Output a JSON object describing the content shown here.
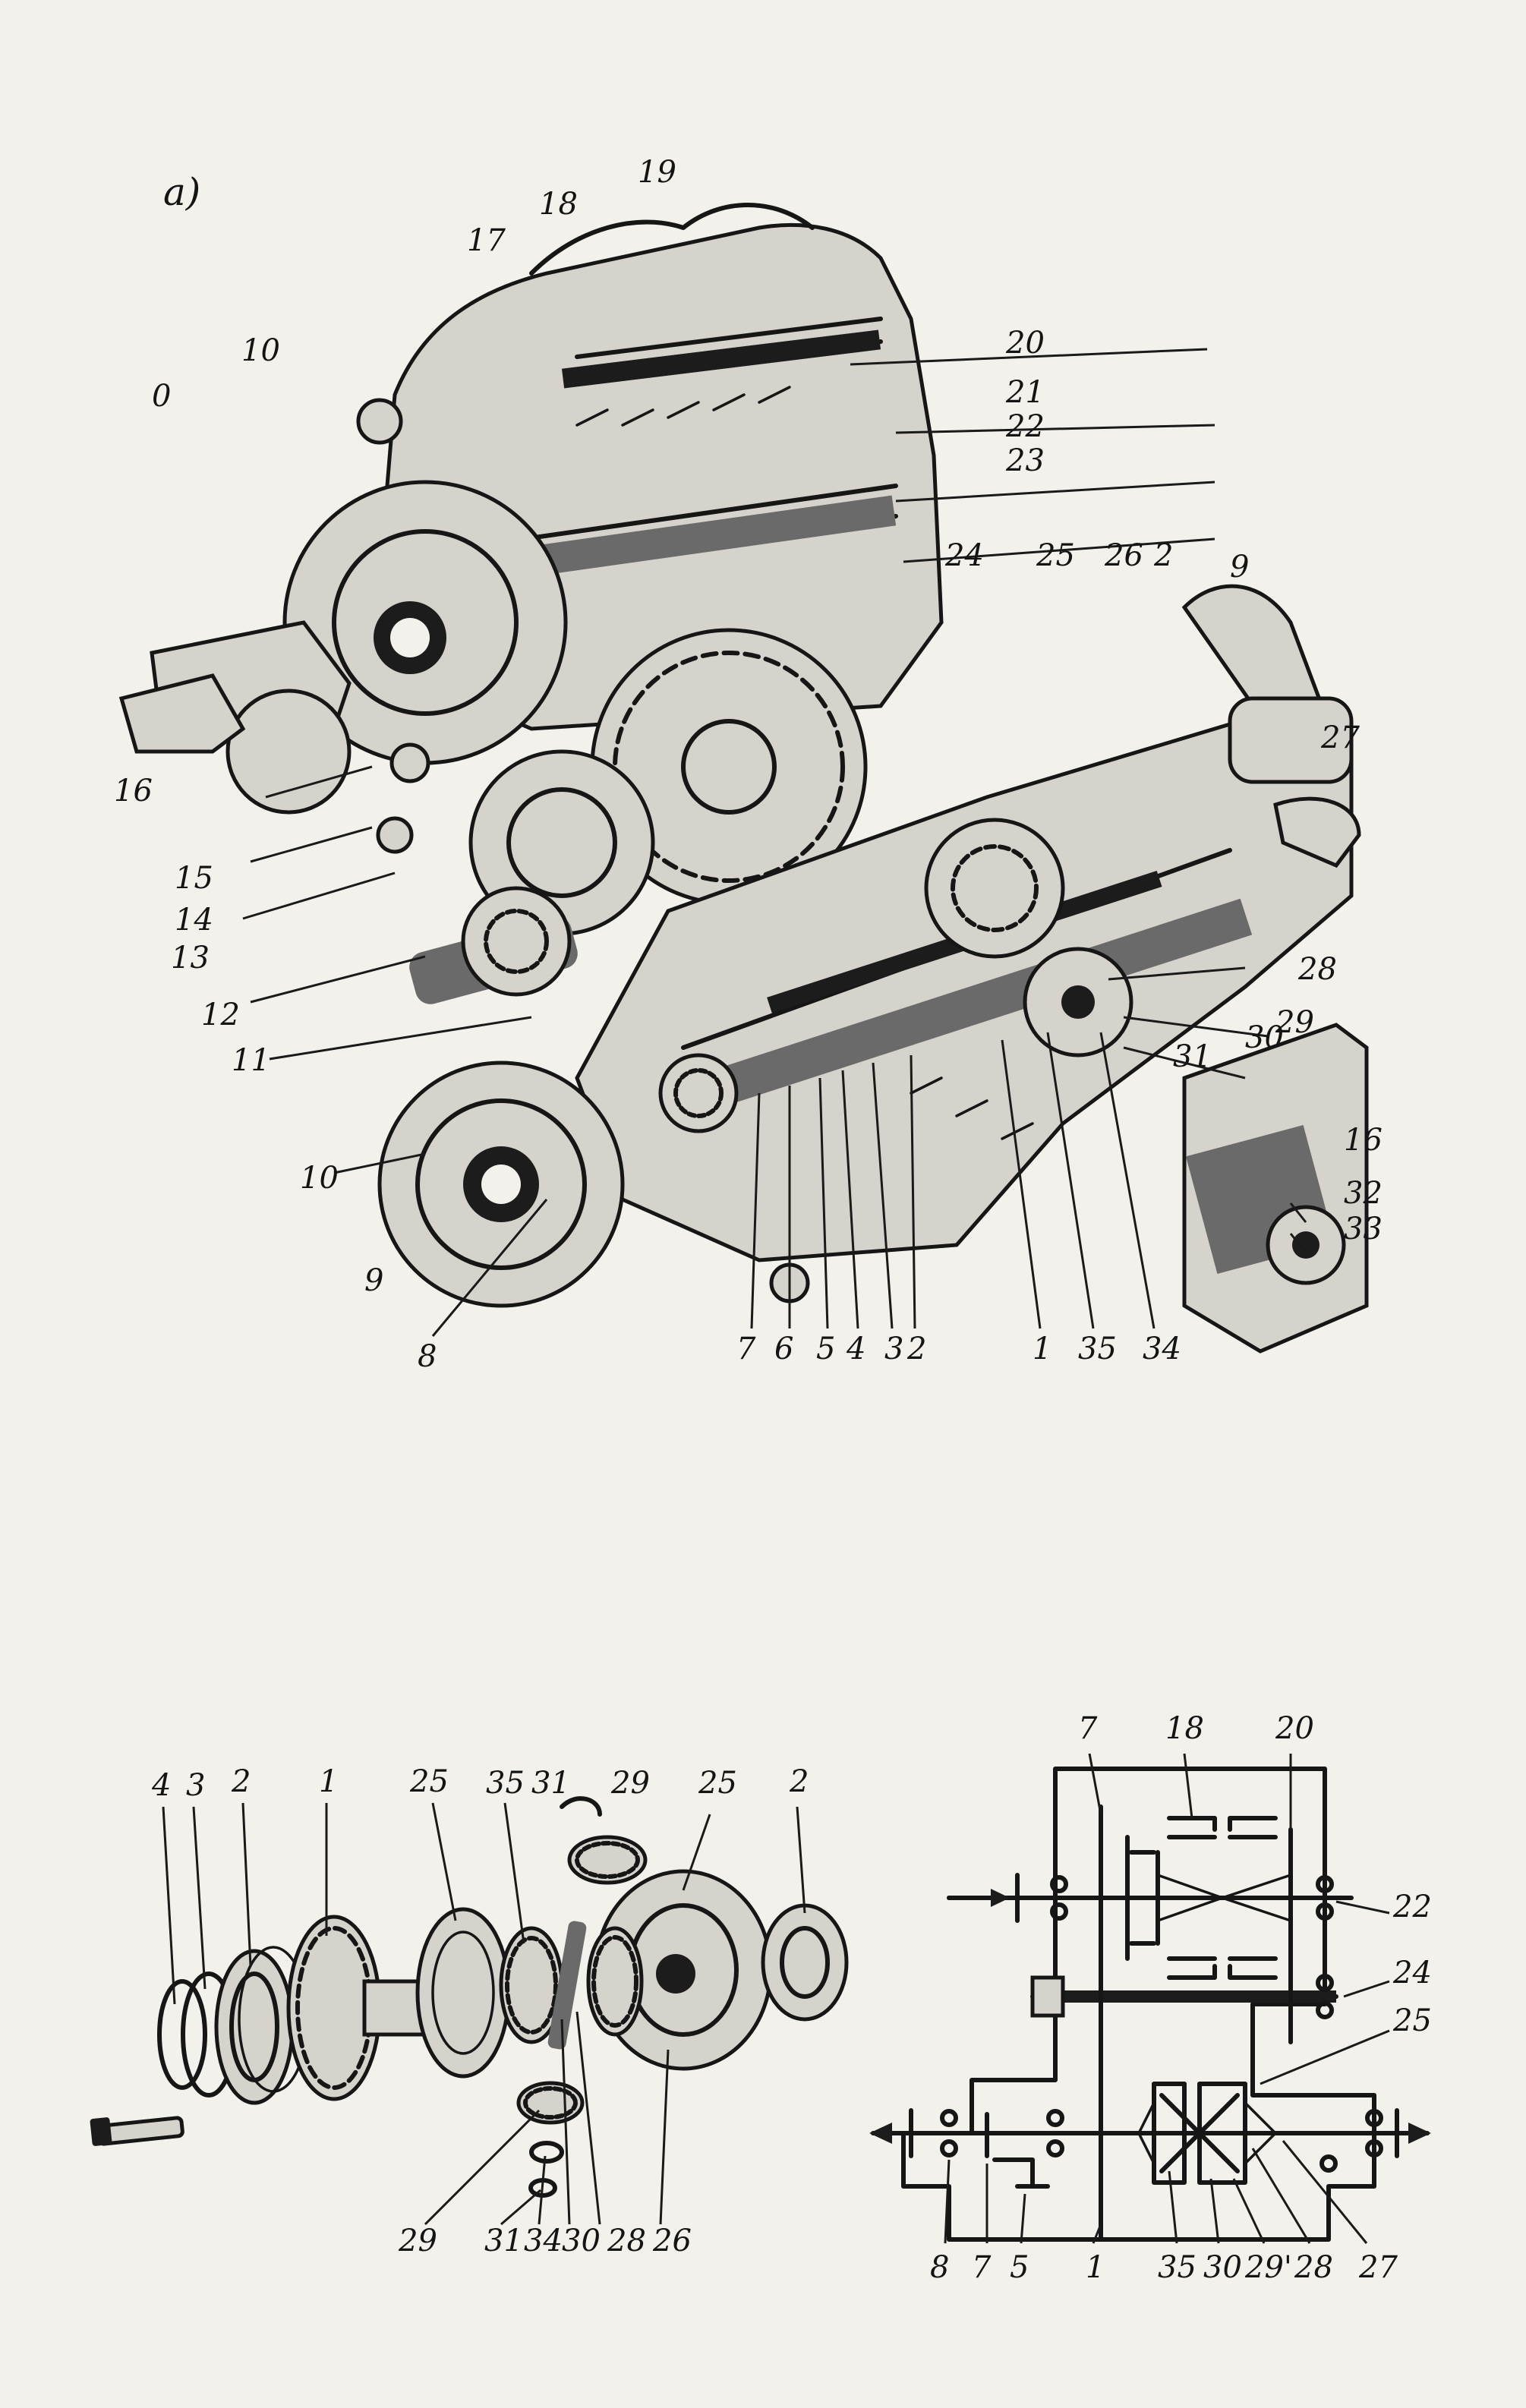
{
  "panel_a": {
    "marker": "а)",
    "labels": {
      "l1": "1",
      "l2a": "2",
      "l2b": "2",
      "l3": "3",
      "l4": "4",
      "l5": "5",
      "l6": "6",
      "l7": "7",
      "l8": "8",
      "l9a": "9",
      "l9b": "9",
      "l9c": "0",
      "l10a": "10",
      "l10b": "10",
      "l11": "11",
      "l12": "12",
      "l13": "13",
      "l14": "14",
      "l15": "15",
      "l16a": "16",
      "l16b": "16",
      "l17": "17",
      "l18": "18",
      "l19": "19",
      "l20": "20",
      "l21": "21",
      "l22": "22",
      "l23": "23",
      "l24": "24",
      "l25": "25",
      "l26": "26",
      "l27": "27",
      "l28": "28",
      "l29": "29",
      "l30": "30",
      "l31": "31",
      "l32": "32",
      "l33": "33",
      "l34": "34",
      "l35": "35"
    }
  },
  "panel_b": {
    "labels": {
      "l4": "4",
      "l3": "3",
      "l2a": "2",
      "l1": "1",
      "l25a": "25",
      "l35": "35",
      "l31a": "31",
      "l29a": "29",
      "l25b": "25",
      "l2b": "2",
      "l29b": "29",
      "l31b": "31",
      "l34": "34",
      "l30": "30",
      "l28": "28",
      "l26": "26"
    }
  },
  "panel_c": {
    "labels": {
      "l7a": "7",
      "l18": "18",
      "l20": "20",
      "l22": "22",
      "l24": "24",
      "l25": "25",
      "l8": "8",
      "l7b": "7",
      "l5": "5",
      "l1": "1",
      "l35": "35",
      "l30": "30",
      "l29": "29'",
      "l28": "28",
      "l27": "27"
    }
  }
}
